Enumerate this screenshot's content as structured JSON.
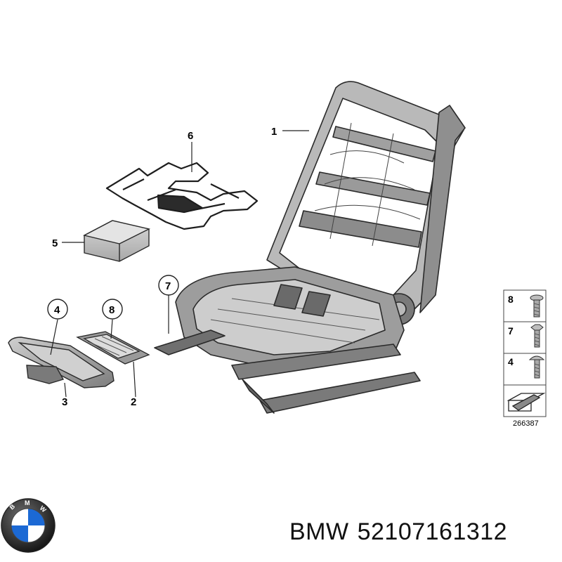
{
  "diagram": {
    "callouts": [
      "1",
      "2",
      "3",
      "4",
      "5",
      "6",
      "7",
      "8"
    ],
    "legend": {
      "rows": [
        {
          "number": "8",
          "icon": "flat-head-screw-icon"
        },
        {
          "number": "7",
          "icon": "hex-head-screw-icon"
        },
        {
          "number": "4",
          "icon": "pan-head-screw-icon"
        }
      ],
      "reference_code": "266387"
    }
  },
  "footer": {
    "brand": "BMW",
    "part_number": "52107161312"
  },
  "colors": {
    "line": "#2a2a2a",
    "metal_dark": "#6f6f6f",
    "metal_mid": "#a3a3a3",
    "metal_light": "#d6d6d6",
    "bmw_blue": "#1c69d4"
  }
}
